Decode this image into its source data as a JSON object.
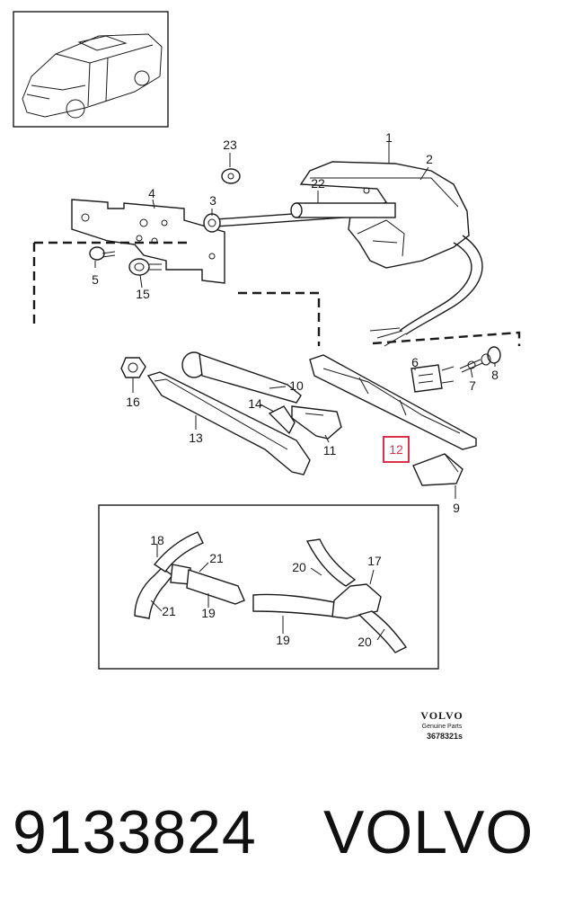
{
  "callouts": {
    "c1": "1",
    "c2": "2",
    "c3": "3",
    "c4": "4",
    "c5": "5",
    "c6": "6",
    "c7": "7",
    "c8": "8",
    "c9": "9",
    "c10": "10",
    "c11": "11",
    "c12": "12",
    "c13": "13",
    "c14": "14",
    "c15": "15",
    "c16": "16",
    "c17": "17",
    "c18": "18",
    "c19a": "19",
    "c19b": "19",
    "c20a": "20",
    "c20b": "20",
    "c21a": "21",
    "c21b": "21",
    "c22": "22",
    "c23": "23"
  },
  "highlight": {
    "callout": "12",
    "color": "#d9334a"
  },
  "logo": {
    "brand": "VOLVO",
    "line1": "Genuine Parts",
    "code": "3678321s"
  },
  "caption": {
    "part_number": "9133824",
    "brand": "VOLVO"
  }
}
